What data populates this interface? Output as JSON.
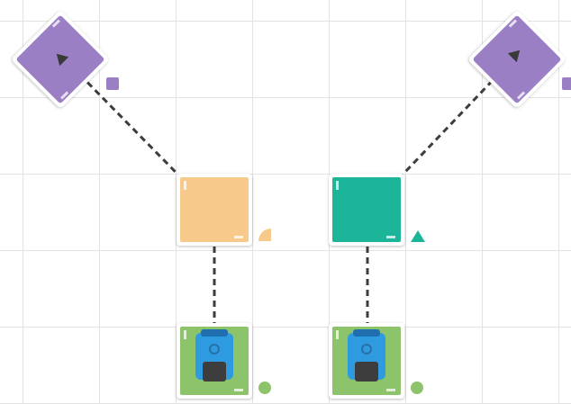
{
  "colors": {
    "grid_line": "#e3e3e3",
    "purple": "#9b7fc4",
    "orange": "#f7c98b",
    "teal": "#1cb59a",
    "green": "#8dc36a",
    "robot_blue": "#2e9ae0",
    "robot_dark": "#3d3d3d",
    "path": "#3d3d3d"
  },
  "pieces": [
    {
      "kind": "goal",
      "shape_color": "purple",
      "icon": "arrow-up-icon",
      "marker_shape": "square"
    },
    {
      "kind": "goal",
      "shape_color": "purple",
      "icon": "arrow-up-icon",
      "marker_shape": "square"
    },
    {
      "kind": "waypoint",
      "shape_color": "orange",
      "marker_shape": "quarter-circle"
    },
    {
      "kind": "waypoint",
      "shape_color": "teal",
      "marker_shape": "triangle"
    },
    {
      "kind": "robot",
      "shape_color": "green",
      "icon": "robot-icon",
      "marker_shape": "circle"
    },
    {
      "kind": "robot",
      "shape_color": "green",
      "icon": "robot-icon",
      "marker_shape": "circle"
    }
  ],
  "paths": [
    {
      "from": "robot-left",
      "via": "waypoint-orange",
      "to": "goal-left"
    },
    {
      "from": "robot-right",
      "via": "waypoint-teal",
      "to": "goal-right"
    }
  ]
}
